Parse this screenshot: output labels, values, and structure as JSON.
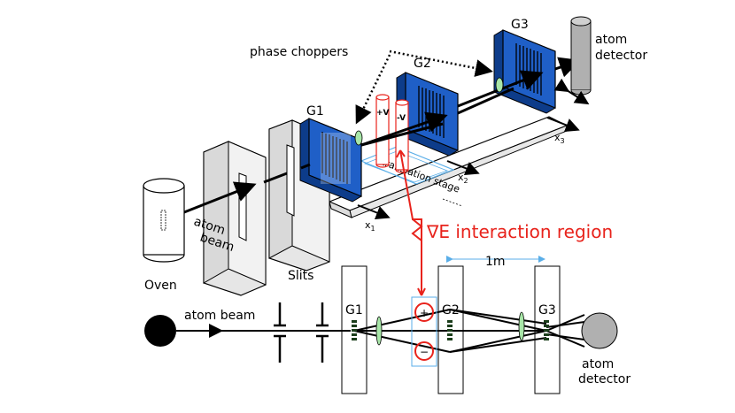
{
  "top": {
    "oven_label": "",
    "beam_label_1": "atom",
    "beam_label_2": "beam",
    "g1": "G1",
    "g2": "G2",
    "g3": "G3",
    "choppers": "phase choppers",
    "detector_1": "atom",
    "detector_2": "detector",
    "plus_v": "+V",
    "minus_v": "-V",
    "stage": "translation stage",
    "x1": "x",
    "x1_sub": "1",
    "x2": "x",
    "x2_sub": "2",
    "x3": "x",
    "x3_sub": "3"
  },
  "center": {
    "interaction": "∇E  interaction region"
  },
  "bottom": {
    "distance": "1m",
    "oven": "Oven",
    "slits": "Slits",
    "beam": "atom beam",
    "g1": "G1",
    "g2": "G2",
    "g3": "G3",
    "plus": "+",
    "minus": "−",
    "detector_1": "atom",
    "detector_2": "detector"
  },
  "colors": {
    "grating_blue": "#1f5fc7",
    "lens_green": "#a8e6a8",
    "highlight_red": "#e8231c",
    "stage_blue": "#5aaee8"
  }
}
